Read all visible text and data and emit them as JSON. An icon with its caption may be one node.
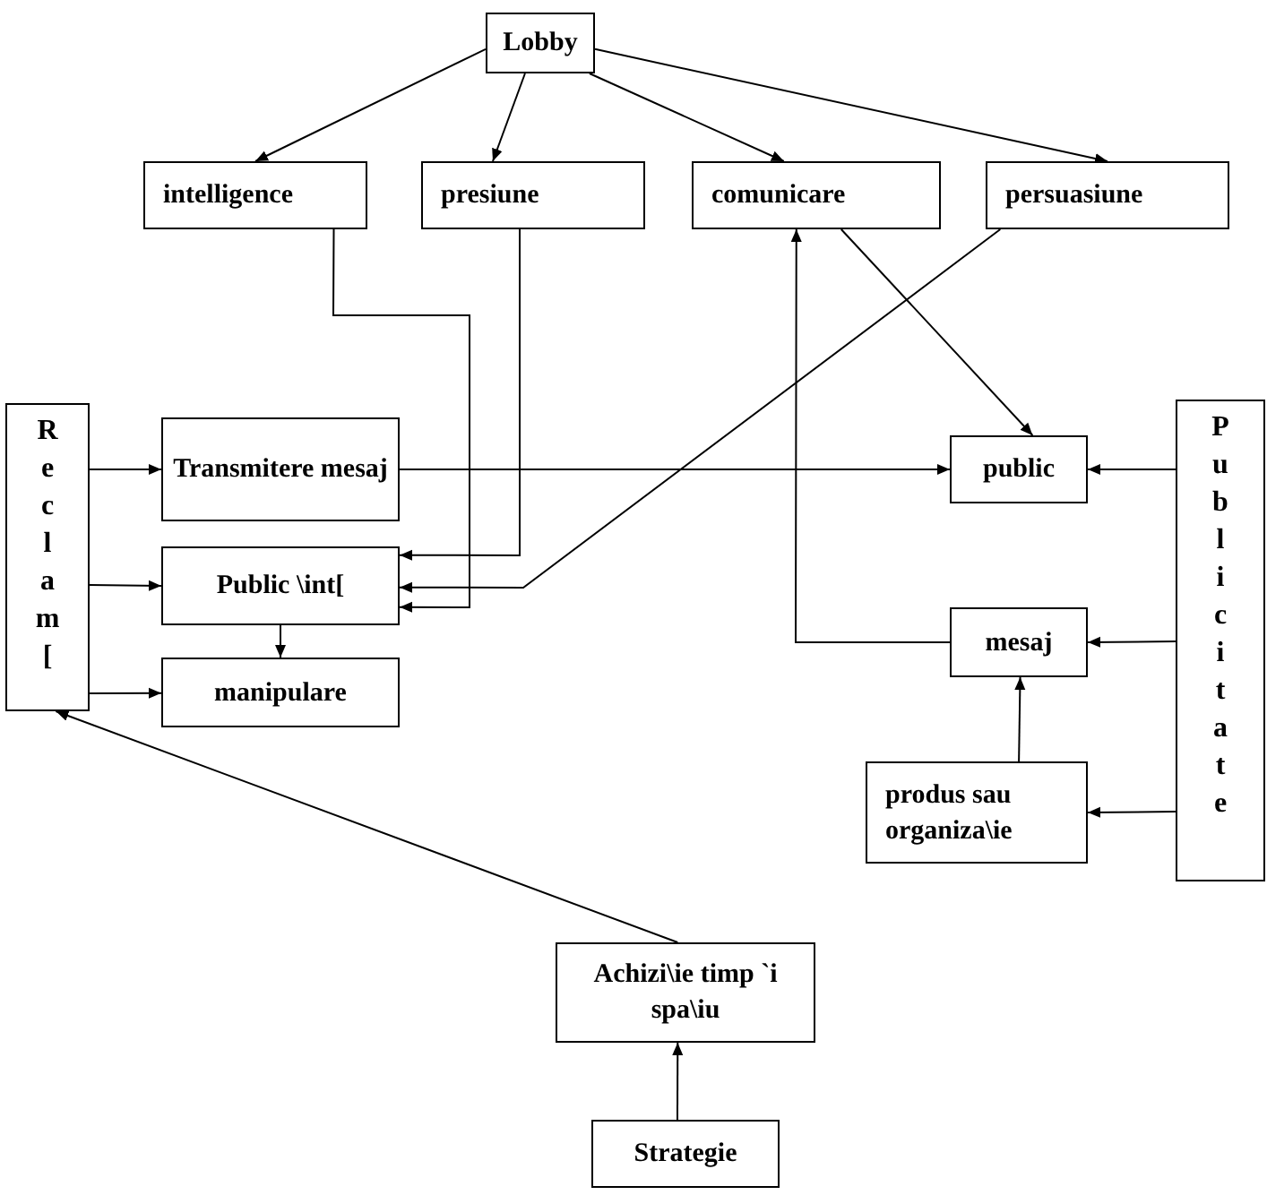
{
  "diagram": {
    "nodes": [
      {
        "text": [
          "Lobby"
        ]
      },
      {
        "text": [
          "intelligence"
        ]
      },
      {
        "text": [
          "presiune"
        ]
      },
      {
        "text": [
          "comunicare"
        ]
      },
      {
        "text": [
          "persuasiune"
        ]
      },
      {
        "text": [
          "Reclam["
        ]
      },
      {
        "text": [
          "Transmitere mesaj"
        ]
      },
      {
        "text": [
          "Public \\int["
        ]
      },
      {
        "text": [
          "manipulare"
        ]
      },
      {
        "text": [
          "public"
        ]
      },
      {
        "text": [
          "mesaj"
        ]
      },
      {
        "text": [
          "produs sau organiza\\ie"
        ]
      },
      {
        "text": [
          "Publicitate"
        ]
      },
      {
        "text": [
          "Achizi\\ie timp `i spa\\iu"
        ]
      },
      {
        "text": [
          "Strategie"
        ]
      }
    ],
    "edges": [
      {
        "from": 0,
        "to": 1,
        "arrow": "to"
      },
      {
        "from": 0,
        "to": 2,
        "arrow": "to"
      },
      {
        "from": 0,
        "to": 3,
        "arrow": "to"
      },
      {
        "from": 0,
        "to": 4,
        "arrow": "to"
      },
      {
        "from": 1,
        "to": 7,
        "arrow": "to"
      },
      {
        "from": 2,
        "to": 7,
        "arrow": "to"
      },
      {
        "from": 4,
        "to": 7,
        "arrow": "to"
      },
      {
        "from": 3,
        "to": 9,
        "arrow": "to"
      },
      {
        "from": 10,
        "to": 3,
        "arrow": "to"
      },
      {
        "from": 12,
        "to": 9,
        "arrow": "to"
      },
      {
        "from": 12,
        "to": 10,
        "arrow": "to"
      },
      {
        "from": 12,
        "to": 11,
        "arrow": "to"
      },
      {
        "from": 11,
        "to": 10,
        "arrow": "to"
      },
      {
        "from": 6,
        "to": 9,
        "arrow": "to"
      },
      {
        "from": 5,
        "to": 6,
        "arrow": "to"
      },
      {
        "from": 5,
        "to": 7,
        "arrow": "to"
      },
      {
        "from": 5,
        "to": 8,
        "arrow": "to"
      },
      {
        "from": 7,
        "to": 8,
        "arrow": "to"
      },
      {
        "from": 13,
        "to": 5,
        "arrow": "to"
      },
      {
        "from": 14,
        "to": 13,
        "arrow": "to"
      }
    ]
  }
}
